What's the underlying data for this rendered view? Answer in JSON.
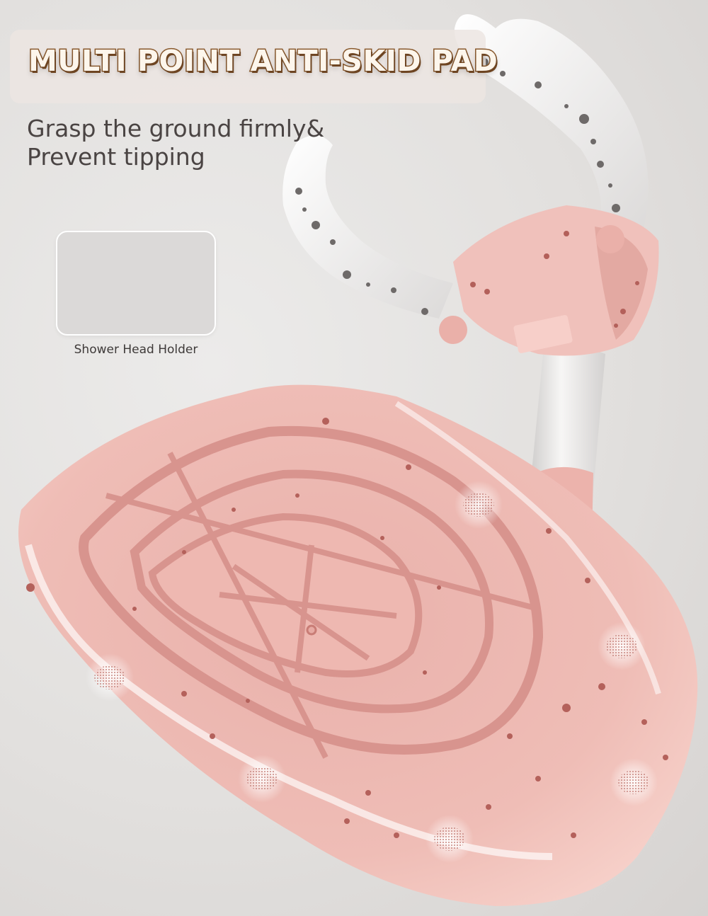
{
  "headline": "MULTI POINT ANTI-SKID PAD",
  "subtitle_lines": [
    "Grasp the ground firmly&",
    "Prevent tipping"
  ],
  "inset": {
    "caption": "Shower Head Holder"
  },
  "colors": {
    "pad_pink": "#f1bfb8",
    "pad_shadow": "#d99a94",
    "handle_white": "#f5f4f3",
    "title_fill": "#fdf6ec",
    "title_outline": "#8a5a2e"
  },
  "anti_skid_pad_count": 6
}
